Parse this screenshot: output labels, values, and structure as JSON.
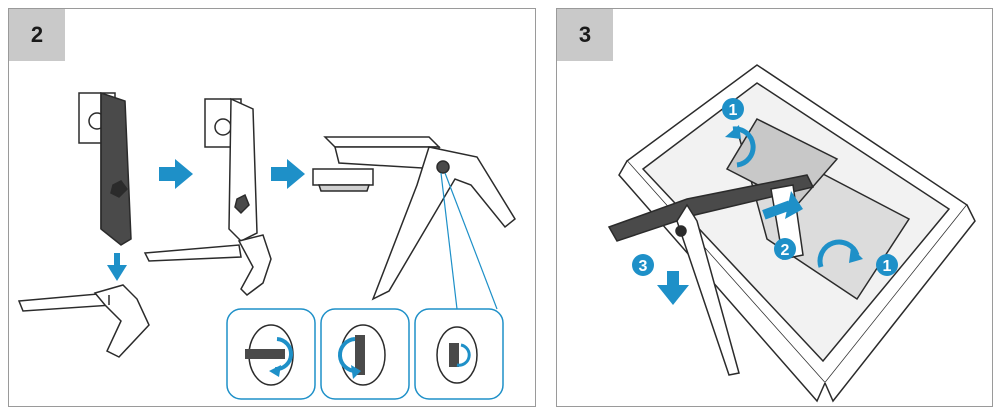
{
  "steps": [
    {
      "number": "2"
    },
    {
      "number": "3"
    }
  ],
  "callouts": {
    "one_top": "1",
    "two": "2",
    "three": "3",
    "one_right": "1"
  },
  "colors": {
    "accent": "#1e90c8",
    "step_box": "#c9c9c9",
    "stand_dark": "#4a4a4a",
    "line": "#2b2b2b",
    "border": "#9a9a9a"
  },
  "icons": [
    "arrow-right-icon",
    "arrow-down-icon",
    "rotate-arrow-icon",
    "screw-knob-icon"
  ]
}
